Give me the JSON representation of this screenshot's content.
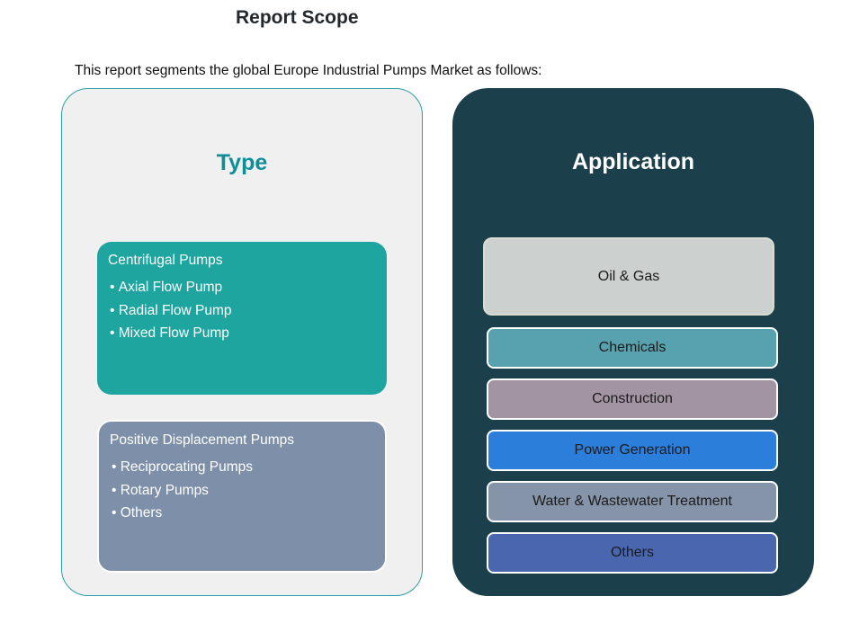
{
  "page": {
    "title": "Report Scope",
    "subtitle": "This report segments the global Europe Industrial Pumps Market as follows:"
  },
  "type_panel": {
    "title": "Type",
    "groups": [
      {
        "heading": "Centrifugal Pumps",
        "items": [
          "Axial Flow Pump",
          "Radial Flow Pump",
          "Mixed Flow Pump"
        ],
        "bg": "#1ea59f"
      },
      {
        "heading": "Positive Displacement Pumps",
        "items": [
          "Reciprocating Pumps",
          "Rotary Pumps",
          "Others"
        ],
        "bg": "#7e8fa9"
      }
    ]
  },
  "application_panel": {
    "title": "Application",
    "featured": {
      "label": "Oil & Gas",
      "bg": "#ccd1d0"
    },
    "items": [
      {
        "label": "Chemicals",
        "bg": "#57a2ae"
      },
      {
        "label": "Construction",
        "bg": "#a394a3"
      },
      {
        "label": "Power Generation",
        "bg": "#2b7fdb"
      },
      {
        "label": "Water & Wastewater Treatment",
        "bg": "#8594a8"
      },
      {
        "label": "Others",
        "bg": "#4966ae"
      }
    ]
  },
  "colors": {
    "page_title": "#24292d",
    "left_panel_bg": "#f0f0f0",
    "left_panel_border": "#2e9fa6",
    "type_title": "#0e8f96",
    "right_panel_bg": "#1c3f4c",
    "application_title": "#ffffff",
    "box_text_dark": "#1b1b1b",
    "box_text_light": "#ffffff"
  }
}
